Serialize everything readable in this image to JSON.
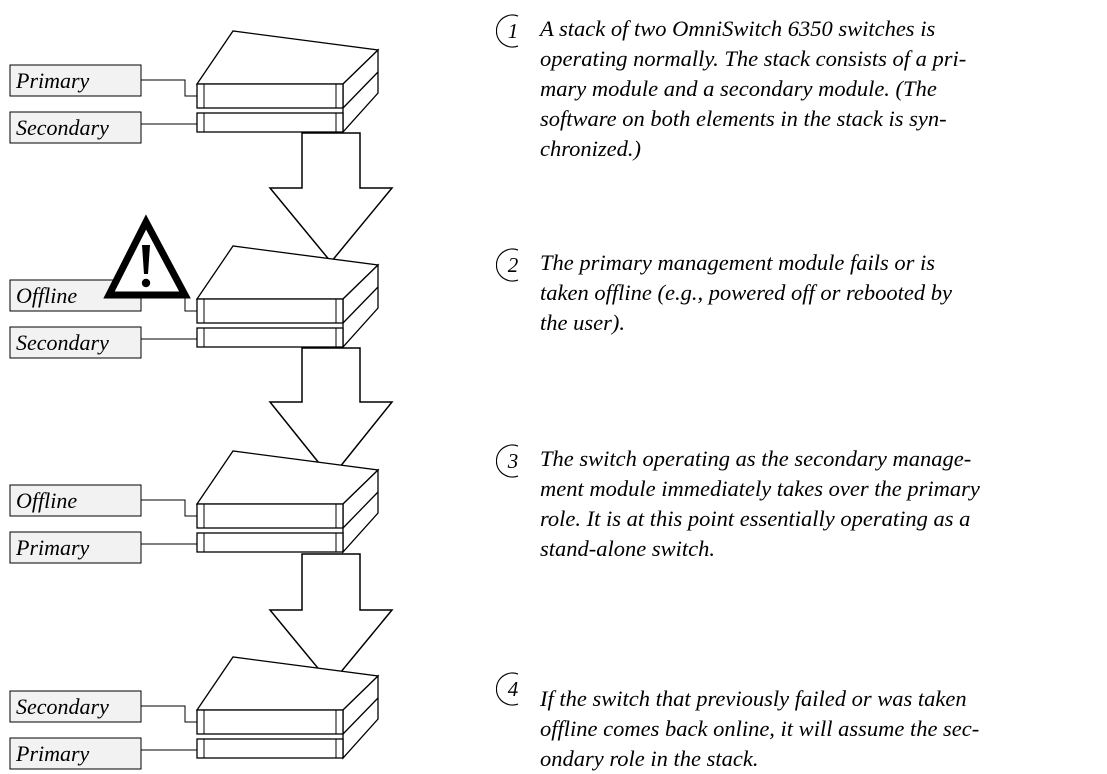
{
  "stacks": [
    {
      "top_label": "Primary",
      "bottom_label": "Secondary",
      "warning": false
    },
    {
      "top_label": "Offline",
      "bottom_label": "Secondary",
      "warning": true
    },
    {
      "top_label": "Offline",
      "bottom_label": "Primary",
      "warning": false
    },
    {
      "top_label": "Secondary",
      "bottom_label": "Primary",
      "warning": false
    }
  ],
  "steps": [
    {
      "number": "1",
      "text": "A stack of two OmniSwitch 6350 switches is\noperating normally. The stack consists of a pri-\nmary module and a secondary module. (The\nsoftware on both elements in the stack is syn-\nchronized.)"
    },
    {
      "number": "2",
      "text": "The primary management module fails or is\ntaken offline (e.g., powered off or rebooted by\nthe user)."
    },
    {
      "number": "3",
      "text": "The switch operating as the secondary manage-\nment module immediately takes over the primary\nrole. It is at this point essentially operating as a\nstand-alone switch."
    },
    {
      "number": "4",
      "text": "If the switch that previously failed or was taken\noffline comes back online, it will assume the sec-\nondary role in the stack."
    }
  ]
}
